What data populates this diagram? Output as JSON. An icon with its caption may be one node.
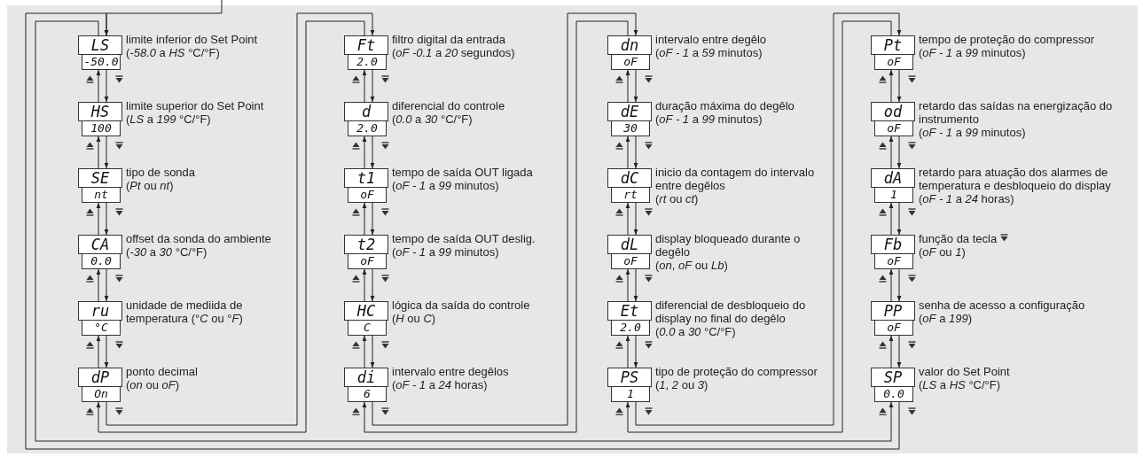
{
  "diagram": {
    "nodes": [
      {
        "text": [
          "LS",
          "-50.0"
        ],
        "beside": [
          "limite inferior do Set Point",
          "(*-58.0* a *HS* °C/°F)"
        ]
      },
      {
        "text": [
          "HS",
          "100"
        ],
        "beside": [
          "limite superior do Set Point",
          "(*LS* a *199* °C/°F)"
        ]
      },
      {
        "text": [
          "SE",
          "nt"
        ],
        "beside": [
          "tipo de sonda",
          "(*Pt* ou *nt*)"
        ]
      },
      {
        "text": [
          "CA",
          "0.0"
        ],
        "beside": [
          "offset da sonda do ambiente",
          "(*-30* a *30* °C/°F)"
        ]
      },
      {
        "text": [
          "ru",
          "°C"
        ],
        "beside": [
          "unidade de mediida de temperatura (°*C* ou °*F*)"
        ]
      },
      {
        "text": [
          "dP",
          "On"
        ],
        "beside": [
          "ponto decimal",
          "(*on* ou *oF*)"
        ]
      },
      {
        "text": [
          "Ft",
          "2.0"
        ],
        "beside": [
          "filtro digital da entrada",
          "(*oF -0.1* a *20* segundos)"
        ]
      },
      {
        "text": [
          "d",
          "2.0"
        ],
        "beside": [
          "diferencial do controle",
          "(*0.0* a *30* °C/°F)"
        ]
      },
      {
        "text": [
          "t1",
          "oF"
        ],
        "beside": [
          "tempo de saída OUT ligada",
          "(*oF - 1* a *99* minutos)"
        ]
      },
      {
        "text": [
          "t2",
          "oF"
        ],
        "beside": [
          "tempo de saída OUT deslig.",
          "(*oF - 1* a *99* minutos)"
        ]
      },
      {
        "text": [
          "HC",
          "C"
        ],
        "beside": [
          "lógica da saída do controle",
          "(*H* ou *C*)"
        ]
      },
      {
        "text": [
          "di",
          "6"
        ],
        "beside": [
          "intervalo entre degêlos",
          "(*oF - 1* a *24* horas)"
        ]
      },
      {
        "text": [
          "dn",
          "oF"
        ],
        "beside": [
          "intervalo entre degêlo",
          "(*oF - 1* a *59* minutos)"
        ]
      },
      {
        "text": [
          "dE",
          "30"
        ],
        "beside": [
          "duração máxima do degêlo",
          "(*oF - 1* a *99* minutos)"
        ]
      },
      {
        "text": [
          "dC",
          "rt"
        ],
        "beside": [
          "inicio da contagem do intervalo entre degêlos",
          "(*rt* ou *ct*)"
        ]
      },
      {
        "text": [
          "dL",
          "oF"
        ],
        "beside": [
          "display bloqueado durante o degêlo",
          "(*on*, *oF* ou *Lb*)"
        ]
      },
      {
        "text": [
          "Et",
          "2.0"
        ],
        "beside": [
          "diferencial de desbloqueio do display no final do degêlo",
          "(*0.0* a *30* °C/°F)"
        ]
      },
      {
        "text": [
          "PS",
          "1"
        ],
        "beside": [
          "tipo de proteção do compressor",
          "(*1*, *2* ou *3*)"
        ]
      },
      {
        "text": [
          "Pt",
          "oF"
        ],
        "beside": [
          "tempo de proteção do compressor",
          "(*oF - 1* a *99* minutos)"
        ]
      },
      {
        "text": [
          "od",
          "oF"
        ],
        "beside": [
          "retardo das saídas na energização do instrumento",
          "(*oF - 1* a *99* minutos)"
        ]
      },
      {
        "text": [
          "dA",
          "1"
        ],
        "beside": [
          "retardo para atuação dos alarmes de temperatura e desbloqueio do display",
          "(*oF - 1* a *24* horas)"
        ]
      },
      {
        "text": [
          "Fb",
          "oF"
        ],
        "beside": [
          "função da tecla",
          "(*oF* ou *1*)"
        ]
      },
      {
        "text": [
          "PP",
          "oF"
        ],
        "beside": [
          "senha de acesso a configuração",
          "(*oF* a *199*)"
        ]
      },
      {
        "text": [
          "SP",
          "0.0"
        ],
        "beside": [
          "valor do Set Point",
          "(*LS* a *HS* °C/°F)"
        ]
      }
    ],
    "edges": [
      {
        "from": 0,
        "to": 1,
        "arrow": "to"
      },
      {
        "from": 1,
        "to": 0,
        "arrow": "to"
      },
      {
        "from": 1,
        "to": 2,
        "arrow": "to"
      },
      {
        "from": 2,
        "to": 1,
        "arrow": "to"
      },
      {
        "from": 2,
        "to": 3,
        "arrow": "to"
      },
      {
        "from": 3,
        "to": 2,
        "arrow": "to"
      },
      {
        "from": 3,
        "to": 4,
        "arrow": "to"
      },
      {
        "from": 4,
        "to": 3,
        "arrow": "to"
      },
      {
        "from": 4,
        "to": 5,
        "arrow": "to"
      },
      {
        "from": 5,
        "to": 4,
        "arrow": "to"
      },
      {
        "from": 5,
        "to": 6,
        "arrow": "to"
      },
      {
        "from": 6,
        "to": 5,
        "arrow": "to"
      },
      {
        "from": 6,
        "to": 7,
        "arrow": "to"
      },
      {
        "from": 7,
        "to": 6,
        "arrow": "to"
      },
      {
        "from": 7,
        "to": 8,
        "arrow": "to"
      },
      {
        "from": 8,
        "to": 7,
        "arrow": "to"
      },
      {
        "from": 8,
        "to": 9,
        "arrow": "to"
      },
      {
        "from": 9,
        "to": 8,
        "arrow": "to"
      },
      {
        "from": 9,
        "to": 10,
        "arrow": "to"
      },
      {
        "from": 10,
        "to": 9,
        "arrow": "to"
      },
      {
        "from": 10,
        "to": 11,
        "arrow": "to"
      },
      {
        "from": 11,
        "to": 10,
        "arrow": "to"
      },
      {
        "from": 11,
        "to": 12,
        "arrow": "to"
      },
      {
        "from": 12,
        "to": 11,
        "arrow": "to"
      },
      {
        "from": 12,
        "to": 13,
        "arrow": "to"
      },
      {
        "from": 13,
        "to": 12,
        "arrow": "to"
      },
      {
        "from": 13,
        "to": 14,
        "arrow": "to"
      },
      {
        "from": 14,
        "to": 13,
        "arrow": "to"
      },
      {
        "from": 14,
        "to": 15,
        "arrow": "to"
      },
      {
        "from": 15,
        "to": 14,
        "arrow": "to"
      },
      {
        "from": 15,
        "to": 16,
        "arrow": "to"
      },
      {
        "from": 16,
        "to": 15,
        "arrow": "to"
      },
      {
        "from": 16,
        "to": 17,
        "arrow": "to"
      },
      {
        "from": 17,
        "to": 16,
        "arrow": "to"
      },
      {
        "from": 17,
        "to": 18,
        "arrow": "to"
      },
      {
        "from": 18,
        "to": 17,
        "arrow": "to"
      },
      {
        "from": 18,
        "to": 19,
        "arrow": "to"
      },
      {
        "from": 19,
        "to": 18,
        "arrow": "to"
      },
      {
        "from": 19,
        "to": 20,
        "arrow": "to"
      },
      {
        "from": 20,
        "to": 19,
        "arrow": "to"
      },
      {
        "from": 20,
        "to": 21,
        "arrow": "to"
      },
      {
        "from": 21,
        "to": 20,
        "arrow": "to"
      },
      {
        "from": 21,
        "to": 22,
        "arrow": "to"
      },
      {
        "from": 22,
        "to": 21,
        "arrow": "to"
      },
      {
        "from": 22,
        "to": 23,
        "arrow": "to"
      },
      {
        "from": 23,
        "to": 22,
        "arrow": "to"
      },
      {
        "from": 23,
        "to": 0,
        "arrow": "to"
      },
      {
        "from": 0,
        "to": 23,
        "arrow": "to"
      },
      {
        "from": null,
        "to": 0,
        "arrow": "to"
      }
    ]
  }
}
